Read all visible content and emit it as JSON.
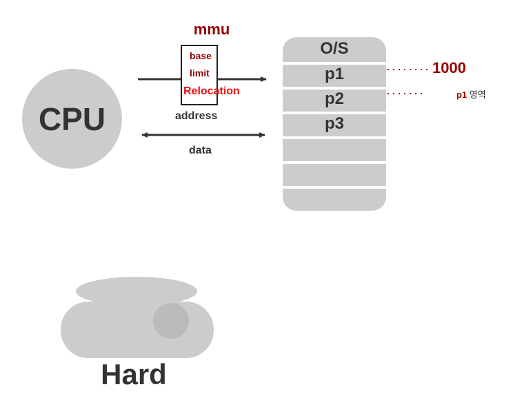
{
  "cpu": {
    "label": "CPU"
  },
  "mmu": {
    "title": "mmu",
    "registers": [
      "base",
      "limit"
    ],
    "relocation": "Relocation"
  },
  "bus": {
    "address_label": "address",
    "data_label": "data"
  },
  "memory": {
    "segments": [
      "O/S",
      "p1",
      "p2",
      "p3",
      "",
      "",
      ""
    ]
  },
  "annotations": {
    "address_value": "1000",
    "region_prefix": "p1",
    "region_suffix": "영역"
  },
  "disk": {
    "label": "Hard"
  },
  "colors": {
    "accent_dark_red": "#990000",
    "accent_red": "#ee1111",
    "shape_gray": "#cccccc",
    "text_dark": "#333333"
  }
}
